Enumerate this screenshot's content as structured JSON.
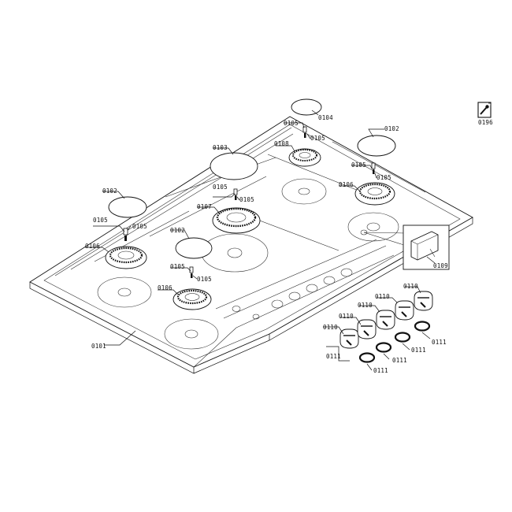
{
  "diagram": {
    "service_icon": "wrench-document-icon",
    "labels": {
      "service_doc": "0196",
      "hob": "0101",
      "lid_tl": "0102",
      "lid_tr": "0102",
      "lid_center": "0102",
      "lid_large": "0103",
      "lid_small": "0104",
      "screw_tc_a": "0105",
      "screw_tc_b": "0105",
      "screw_tr_a": "0105",
      "screw_tr_b": "0105",
      "screw_ml_a": "0105",
      "screw_ml_b": "0105",
      "screw_l_a": "0105",
      "screw_l_b": "0105",
      "screw_c_a": "0105",
      "screw_c_b": "0105",
      "burner_tr": "0106",
      "burner_l": "0106",
      "burner_c": "0106",
      "burner_large": "0107",
      "burner_small": "0108",
      "bracket": "0109",
      "knob_1": "0110",
      "knob_2": "0110",
      "knob_3": "0110",
      "knob_4": "0110",
      "knob_5": "0110",
      "ring_1": "0111",
      "ring_2": "0111",
      "ring_3": "0111",
      "ring_4": "0111"
    }
  }
}
